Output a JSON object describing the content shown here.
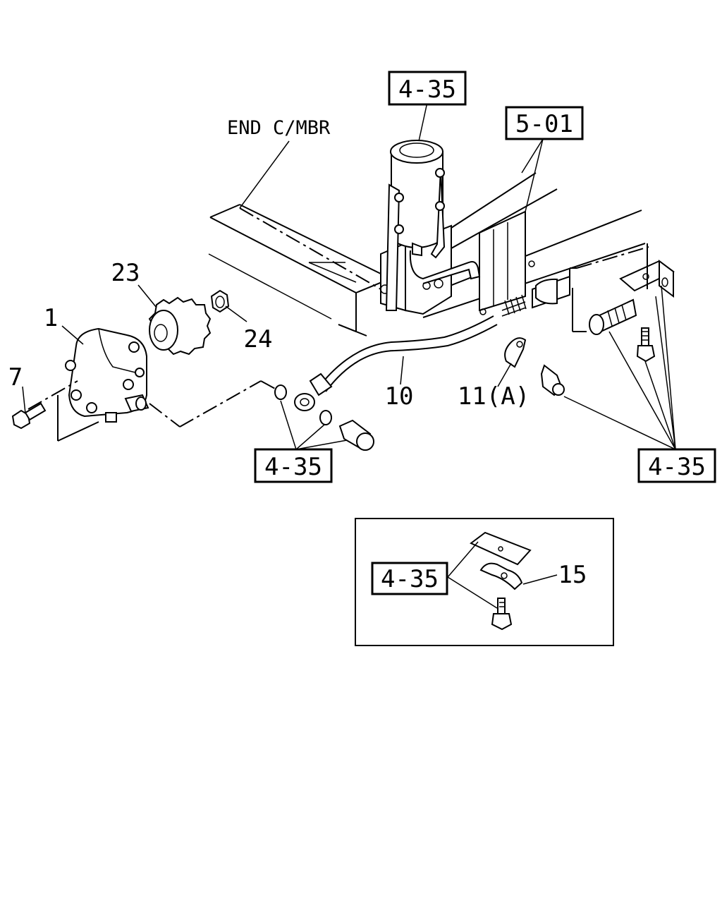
{
  "diagram": {
    "frame_label": "END C/MBR",
    "references": {
      "ref_top": "4-35",
      "ref_frame": "5-01",
      "ref_bottom_left": "4-35",
      "ref_bottom_right": "4-35",
      "ref_inset": "4-35"
    },
    "callouts": {
      "pump": "1",
      "bolt": "7",
      "gear": "23",
      "nut": "24",
      "hose": "10",
      "clip": "11(A)",
      "inset_clip": "15"
    }
  }
}
